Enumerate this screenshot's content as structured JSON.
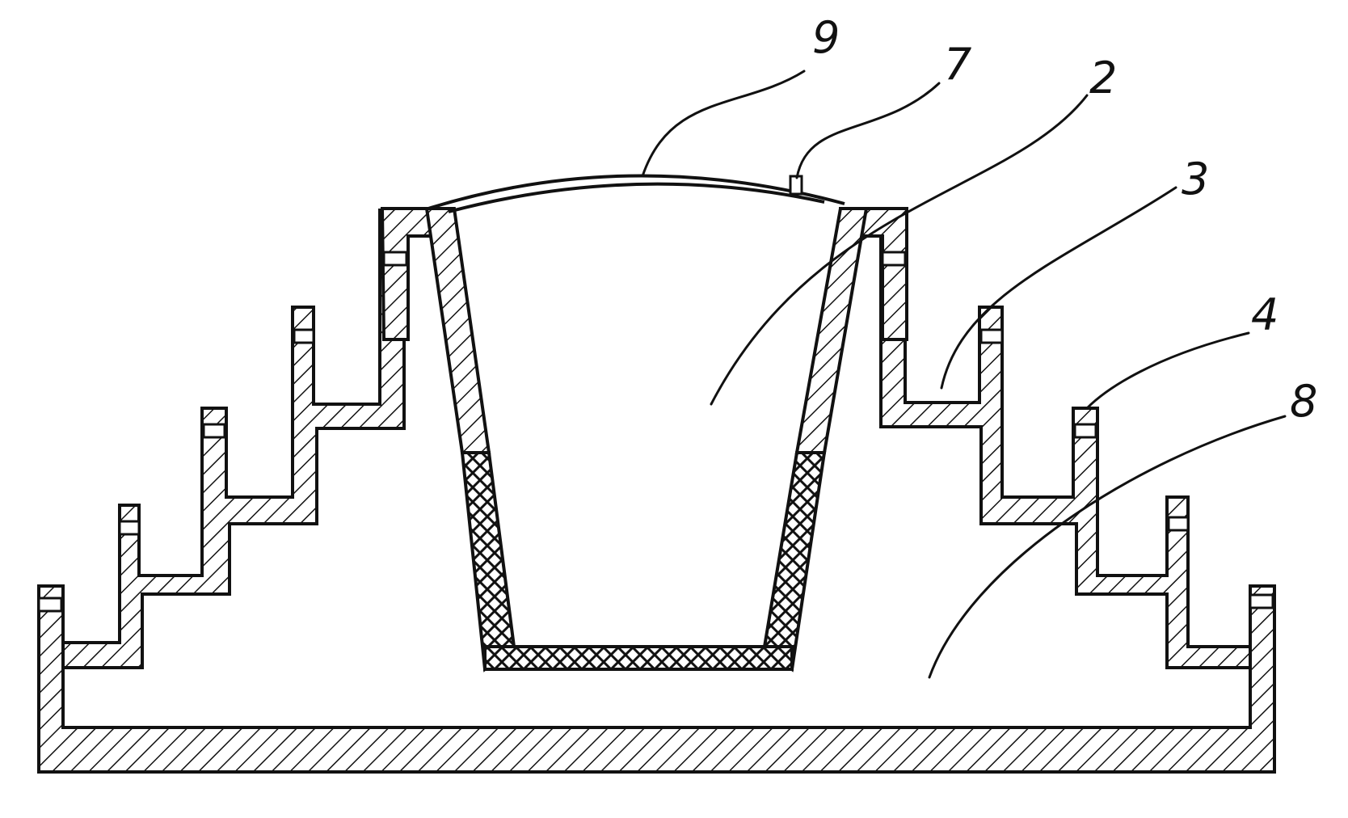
{
  "figure": {
    "reference_labels": [
      {
        "id": "9",
        "text": "9"
      },
      {
        "id": "7",
        "text": "7"
      },
      {
        "id": "2",
        "text": "2"
      },
      {
        "id": "3",
        "text": "3"
      },
      {
        "id": "4",
        "text": "4"
      },
      {
        "id": "8",
        "text": "8"
      }
    ],
    "colors": {
      "line": "#111111",
      "background": "#ffffff"
    }
  }
}
